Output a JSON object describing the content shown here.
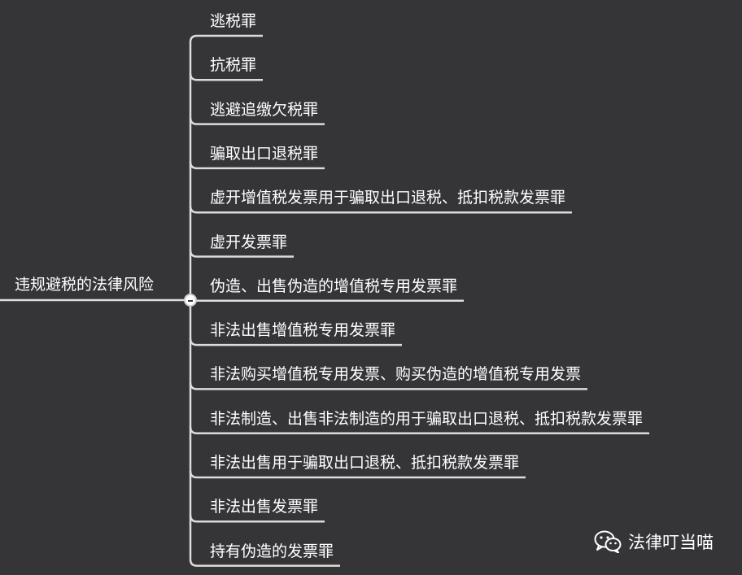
{
  "root": {
    "label": "违规避税的法律风险"
  },
  "branches": [
    {
      "label": "逃税罪"
    },
    {
      "label": "抗税罪"
    },
    {
      "label": "逃避追缴欠税罪"
    },
    {
      "label": "骗取出口退税罪"
    },
    {
      "label": "虚开增值税发票用于骗取出口退税、抵扣税款发票罪"
    },
    {
      "label": "虚开发票罪"
    },
    {
      "label": "伪造、出售伪造的增值税专用发票罪"
    },
    {
      "label": "非法出售增值税专用发票罪"
    },
    {
      "label": "非法购买增值税专用发票、购买伪造的增值税专用发票"
    },
    {
      "label": "非法制造、出售非法制造的用于骗取出口退税、抵扣税款发票罪"
    },
    {
      "label": "非法出售用于骗取出口退税、抵扣税款发票罪"
    },
    {
      "label": "非法出售发票罪"
    },
    {
      "label": "持有伪造的发票罪"
    }
  ],
  "watermark": {
    "text": "法律叮当喵",
    "icon": "wechat-icon"
  },
  "colors": {
    "background": "#353538",
    "line": "#dcdcdc",
    "text": "#ffffff"
  }
}
